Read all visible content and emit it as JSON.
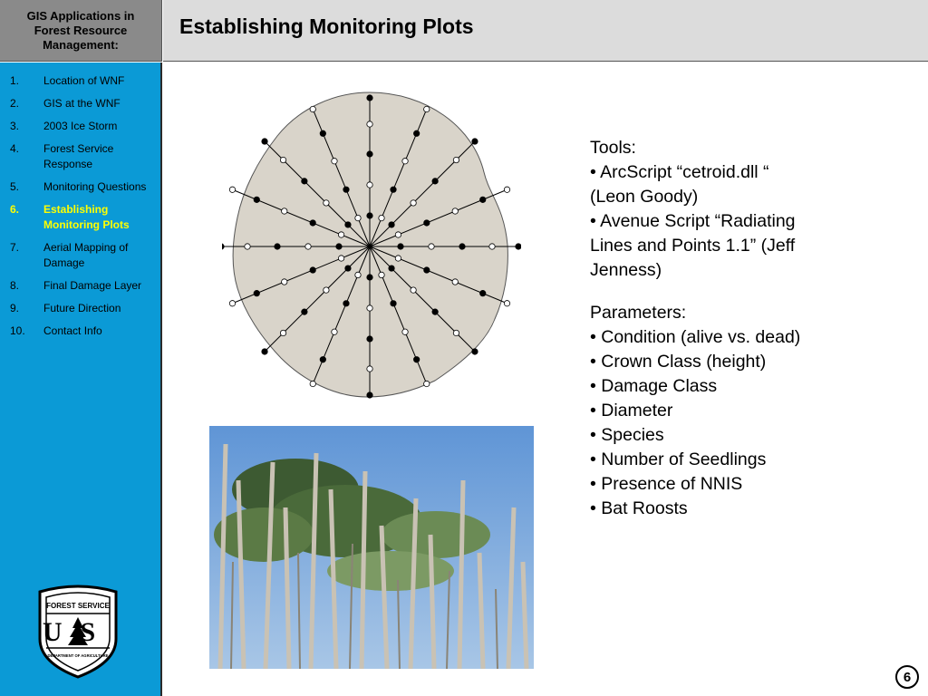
{
  "sidebar_header": {
    "title": "GIS Applications in\nForest Resource\nManagement:"
  },
  "slide_title": "Establishing Monitoring Plots",
  "nav": {
    "items": [
      {
        "num": "1.",
        "label": "Location of WNF"
      },
      {
        "num": "2.",
        "label": "GIS at the WNF"
      },
      {
        "num": "3.",
        "label": "2003 Ice Storm"
      },
      {
        "num": "4.",
        "label": "Forest Service Response"
      },
      {
        "num": "5.",
        "label": "Monitoring Questions"
      },
      {
        "num": "6.",
        "label": "Establishing Monitoring Plots"
      },
      {
        "num": "7.",
        "label": "Aerial Mapping of Damage"
      },
      {
        "num": "8.",
        "label": "Final Damage Layer"
      },
      {
        "num": "9.",
        "label": "Future Direction"
      },
      {
        "num": "10.",
        "label": "Contact Info"
      }
    ],
    "active_index": 5
  },
  "tools": {
    "heading": "Tools:",
    "items": [
      "• ArcScript “cetroid.dll “\n(Leon Goody)",
      "• Avenue Script “Radiating\nLines and Points 1.1” (Jeff\nJenness)"
    ]
  },
  "parameters": {
    "heading": "Parameters:",
    "items": [
      "• Condition (alive vs. dead)",
      "• Crown Class (height)",
      "• Damage Class",
      "• Diameter",
      "• Species",
      "• Number of Seedlings",
      "• Presence of NNIS",
      "• Bat Roosts"
    ]
  },
  "logo": {
    "top_text": "FOREST SERVICE",
    "letters": "US",
    "bottom_text": "DEPARTMENT OF AGRICULTURE"
  },
  "page_number": "6",
  "colors": {
    "sidebar_bg": "#0b9ad6",
    "header_gray": "#8a8a8a",
    "title_bar": "#dcdcdc",
    "active_nav": "#ffff00",
    "plot_fill": "#d9d4ca"
  },
  "icons": {
    "logo": "forest-service-shield-icon",
    "diagram": "radiating-plot-diagram",
    "photo": "ice-damaged-forest-photo"
  }
}
